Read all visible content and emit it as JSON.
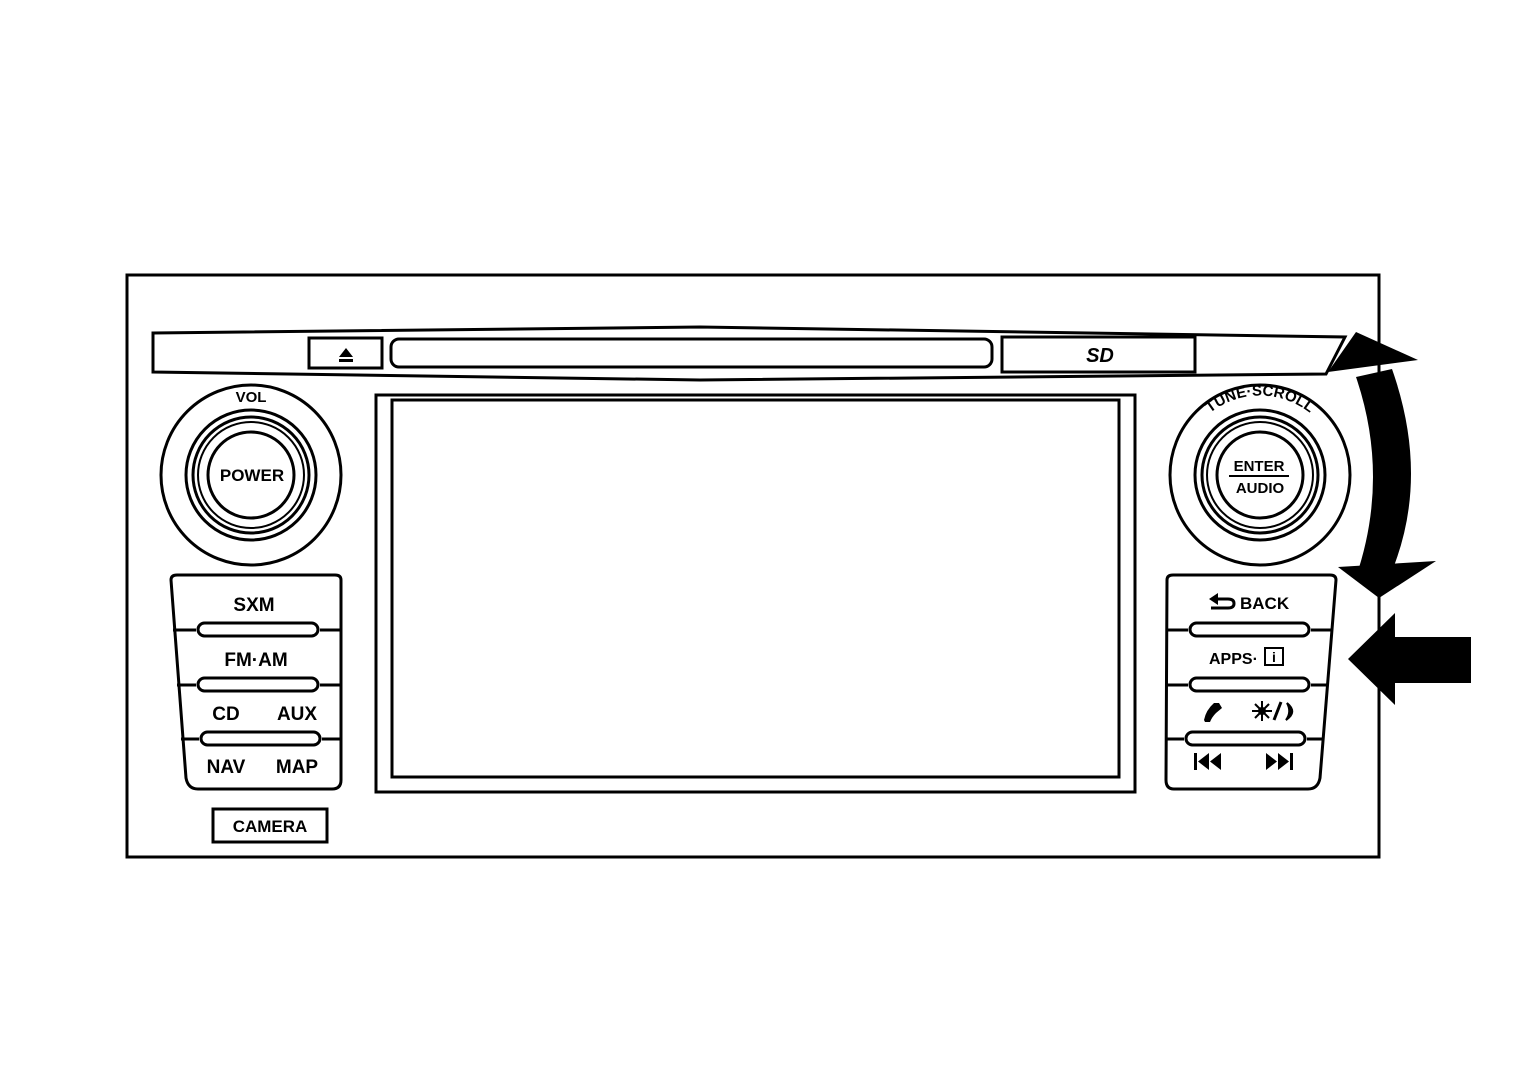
{
  "colors": {
    "line": "#000000",
    "background": "#ffffff"
  },
  "media_slot": {
    "eject_icon": "eject-icon",
    "sd_label": "SD"
  },
  "knobs": {
    "left": {
      "ring_label": "VOL",
      "center_label": "POWER"
    },
    "right": {
      "ring_label": "TUNE·SCROLL",
      "center_top": "ENTER",
      "center_bottom": "AUDIO"
    }
  },
  "left_buttons": {
    "row1": "SXM",
    "row2": "FM·AM",
    "row3_left": "CD",
    "row3_right": "AUX",
    "row4_left": "NAV",
    "row4_right": "MAP"
  },
  "camera_button": "CAMERA",
  "right_buttons": {
    "back_label": "BACK",
    "back_icon": "back-arrow-icon",
    "apps_label": "APPS·",
    "info_icon_label": "i",
    "phone_icon": "phone-icon",
    "day_night_icon": "sun-moon-icon",
    "prev_icon": "skip-previous-icon",
    "next_icon": "skip-next-icon"
  },
  "indicators": {
    "rotate_arrow": "curved-double-arrow-icon",
    "pointer_arrow": "left-pointing-arrow-icon"
  }
}
